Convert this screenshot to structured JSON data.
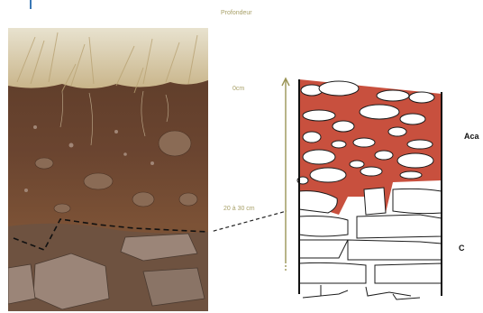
{
  "axis_title": "Profondeur",
  "depth_labels": {
    "top": "0cm",
    "boundary": "20 à 30 cm"
  },
  "horizons": {
    "upper": "Aca",
    "lower": "C"
  },
  "colors": {
    "axis": "#9a9455",
    "horizon_fill": "#c8503e",
    "rock_outline": "#1b1b1b"
  }
}
